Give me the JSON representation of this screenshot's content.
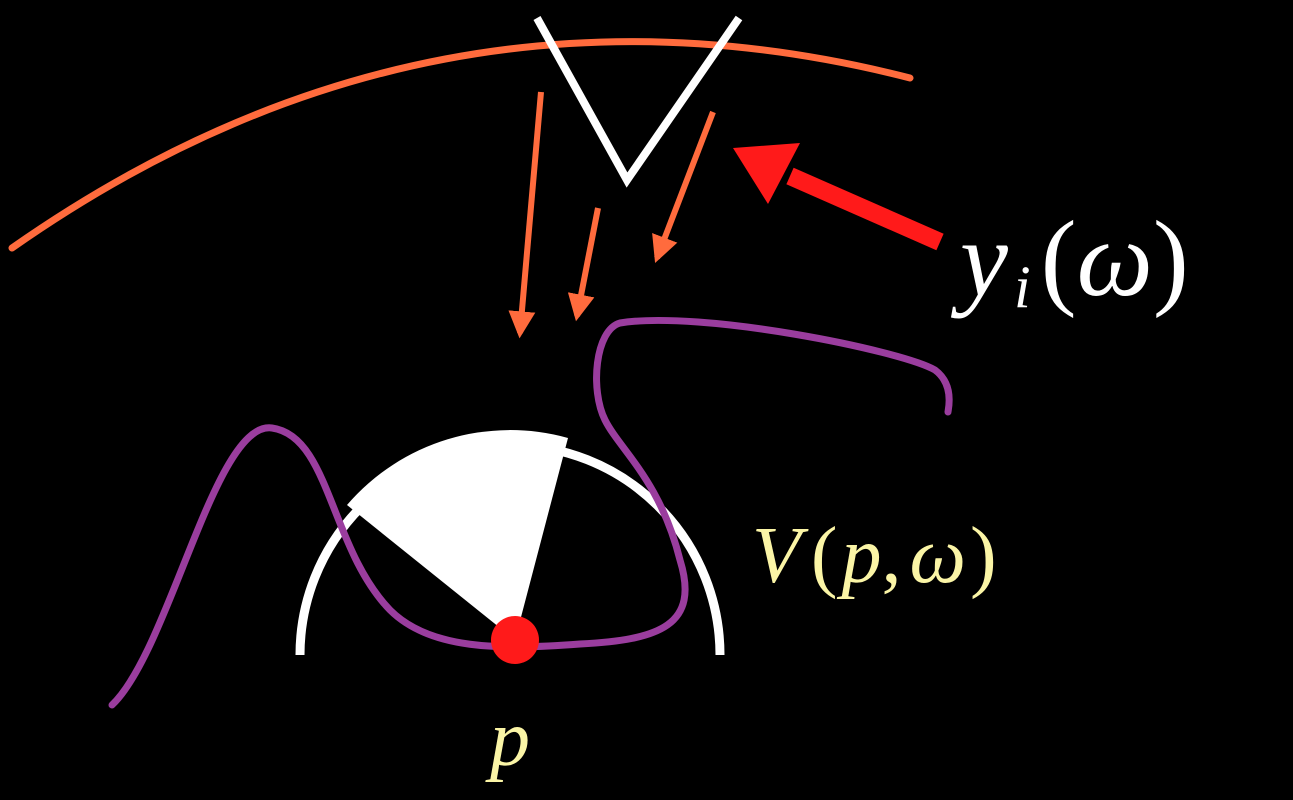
{
  "colors": {
    "background": "#000000",
    "sky_arc": "#ff6b3d",
    "light_rays": "#ff6b3d",
    "occluder_curve": "#9a3d9e",
    "hemisphere": "#ffffff",
    "point": "#ff1a1a",
    "pointer_arrow": "#ff1a1a",
    "label_white": "#ffffff",
    "label_yellow": "#fbf5a6"
  },
  "icons": {
    "probe": "v-shape-icon",
    "point": "point-dot-icon",
    "pointer": "red-arrow-icon"
  },
  "labels": {
    "radiance": {
      "symbol": "y",
      "subscript": "i",
      "open_paren": "(",
      "argument": "ω",
      "close_paren": ")"
    },
    "visibility": {
      "symbol": "V",
      "open_paren": "(",
      "arg1": "p",
      "comma": ",",
      "arg2": "ω",
      "close_paren": ")"
    },
    "point": {
      "symbol": "p"
    }
  }
}
